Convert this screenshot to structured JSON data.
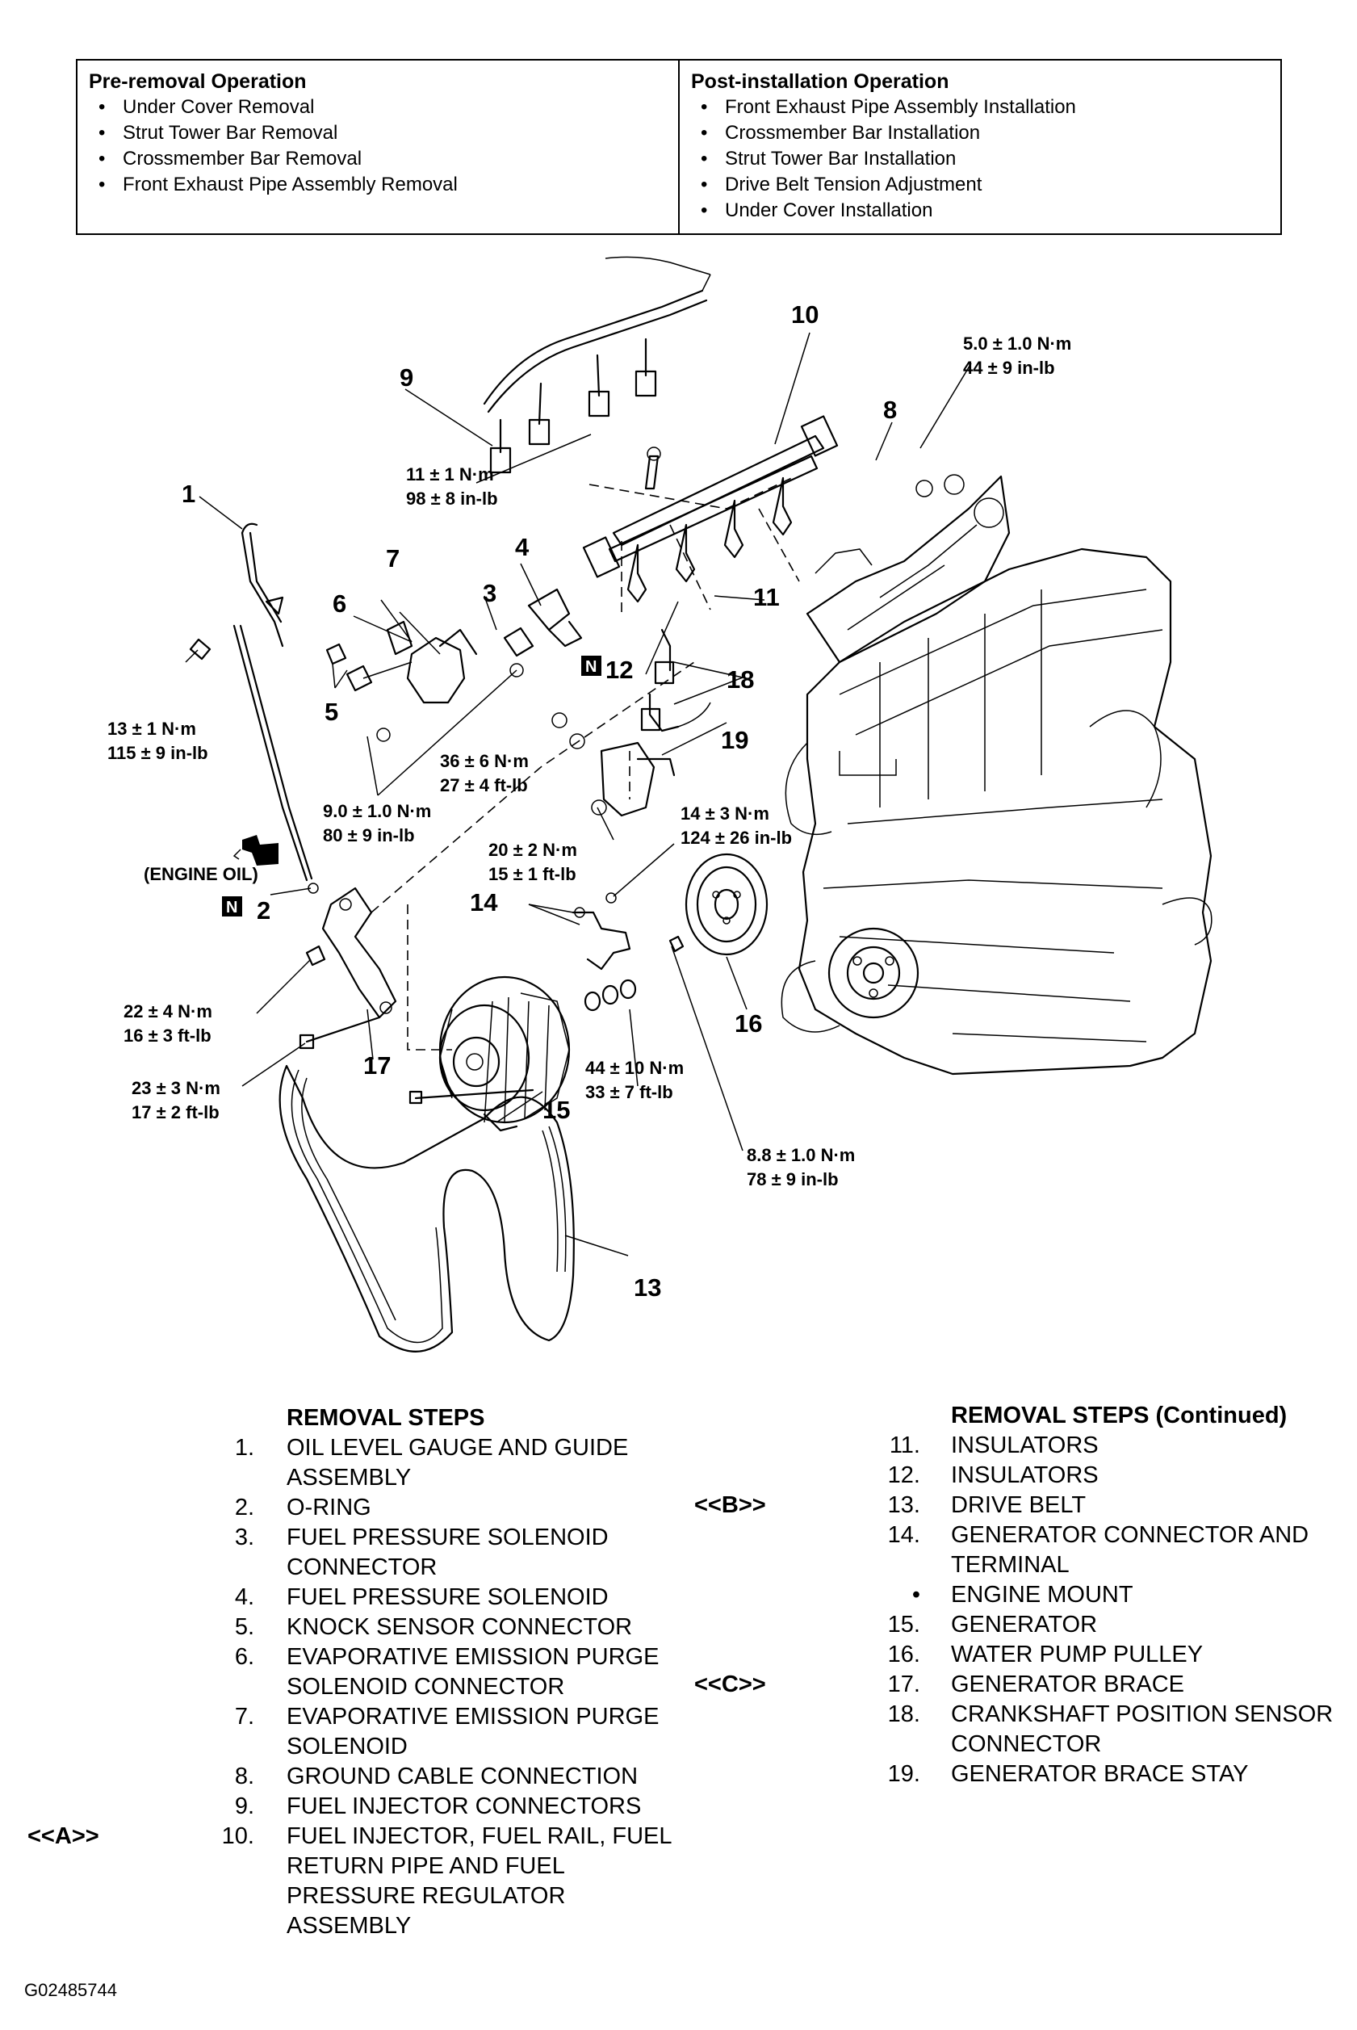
{
  "pre_removal": {
    "title": "Pre-removal Operation",
    "items": [
      "Under Cover Removal",
      "Strut Tower Bar Removal",
      "Crossmember Bar Removal",
      "Front Exhaust Pipe Assembly Removal"
    ]
  },
  "post_installation": {
    "title": "Post-installation Operation",
    "items": [
      "Front Exhaust Pipe Assembly Installation",
      "Crossmember Bar Installation",
      "Strut Tower Bar Installation",
      "Drive Belt Tension Adjustment",
      "Under Cover Installation"
    ]
  },
  "diagram": {
    "callouts": [
      "1",
      "2",
      "3",
      "4",
      "5",
      "6",
      "7",
      "8",
      "9",
      "10",
      "11",
      "12",
      "13",
      "14",
      "15",
      "16",
      "17",
      "18",
      "19"
    ],
    "n_mark": "N",
    "engine_oil_label": "(ENGINE OIL)",
    "torques": {
      "t_5_0_nm": "5.0 ± 1.0 N·m",
      "t_44_inlb": "44 ± 9 in-lb",
      "t_11_nm": "11 ± 1 N·m",
      "t_98_inlb": "98 ± 8 in-lb",
      "t_13_nm": "13 ± 1 N·m",
      "t_115_inlb": "115 ± 9 in-lb",
      "t_36_nm": "36 ± 6 N·m",
      "t_27_ftlb": "27 ± 4 ft-lb",
      "t_9_0_nm": "9.0 ± 1.0 N·m",
      "t_80_inlb": "80 ± 9 in-lb",
      "t_20_nm": "20 ± 2 N·m",
      "t_15_ftlb": "15 ± 1 ft-lb",
      "t_14_nm": "14 ± 3 N·m",
      "t_124_inlb": "124 ± 26 in-lb",
      "t_22_nm": "22 ± 4 N·m",
      "t_16_ftlb": "16 ± 3 ft-lb",
      "t_23_nm": "23 ± 3 N·m",
      "t_17_ftlb": "17 ± 2 ft-lb",
      "t_44_nm": "44 ± 10 N·m",
      "t_33_ftlb": "33 ± 7 ft-lb",
      "t_8_8_nm": "8.8 ± 1.0 N·m",
      "t_78_inlb": "78 ± 9 in-lb"
    }
  },
  "removal_steps": {
    "header": "REMOVAL STEPS",
    "items": [
      {
        "num": "1.",
        "text": "OIL LEVEL GAUGE AND GUIDE ASSEMBLY",
        "mark": ""
      },
      {
        "num": "2.",
        "text": "O-RING",
        "mark": ""
      },
      {
        "num": "3.",
        "text": "FUEL PRESSURE SOLENOID CONNECTOR",
        "mark": ""
      },
      {
        "num": "4.",
        "text": "FUEL PRESSURE SOLENOID",
        "mark": ""
      },
      {
        "num": "5.",
        "text": "KNOCK SENSOR CONNECTOR",
        "mark": ""
      },
      {
        "num": "6.",
        "text": "EVAPORATIVE EMISSION PURGE SOLENOID CONNECTOR",
        "mark": ""
      },
      {
        "num": "7.",
        "text": "EVAPORATIVE EMISSION PURGE SOLENOID",
        "mark": ""
      },
      {
        "num": "8.",
        "text": "GROUND CABLE CONNECTION",
        "mark": ""
      },
      {
        "num": "9.",
        "text": "FUEL INJECTOR CONNECTORS",
        "mark": ""
      },
      {
        "num": "10.",
        "text": "FUEL INJECTOR, FUEL RAIL, FUEL RETURN PIPE AND FUEL PRESSURE REGULATOR ASSEMBLY",
        "mark": "<<A>>"
      }
    ]
  },
  "removal_steps_continued": {
    "header": "REMOVAL STEPS (Continued)",
    "items": [
      {
        "num": "11.",
        "text": "INSULATORS",
        "mark": ""
      },
      {
        "num": "12.",
        "text": "INSULATORS",
        "mark": ""
      },
      {
        "num": "13.",
        "text": "DRIVE BELT",
        "mark": "<<B>>"
      },
      {
        "num": "14.",
        "text": "GENERATOR CONNECTOR AND TERMINAL",
        "mark": ""
      },
      {
        "num": "•",
        "text": "ENGINE MOUNT",
        "mark": ""
      },
      {
        "num": "15.",
        "text": "GENERATOR",
        "mark": ""
      },
      {
        "num": "16.",
        "text": "WATER PUMP PULLEY",
        "mark": ""
      },
      {
        "num": "17.",
        "text": "GENERATOR BRACE",
        "mark": "<<C>>"
      },
      {
        "num": "18.",
        "text": "CRANKSHAFT POSITION SENSOR CONNECTOR",
        "mark": ""
      },
      {
        "num": "19.",
        "text": "GENERATOR BRACE STAY",
        "mark": ""
      }
    ]
  },
  "figure_id": "G02485744"
}
